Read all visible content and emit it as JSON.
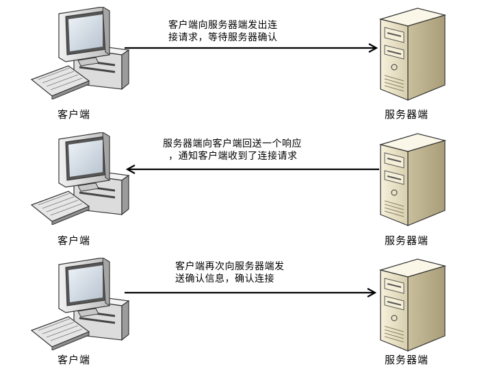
{
  "steps": [
    {
      "client_label": "客户端",
      "server_label": "服务器端",
      "direction": "client-to-server",
      "message_line1": "客户端向服务器端发出连",
      "message_line2": "接请求，等待服务器确认"
    },
    {
      "client_label": "客户端",
      "server_label": "服务器端",
      "direction": "server-to-client",
      "message_line1": "服务器端向客户端回送一个响应",
      "message_line2": "，通知客户端收到了连接请求"
    },
    {
      "client_label": "客户端",
      "server_label": "服务器端",
      "direction": "client-to-server",
      "message_line1": "客户端再次向服务器端发",
      "message_line2": "送确认信息，确认连接"
    }
  ]
}
